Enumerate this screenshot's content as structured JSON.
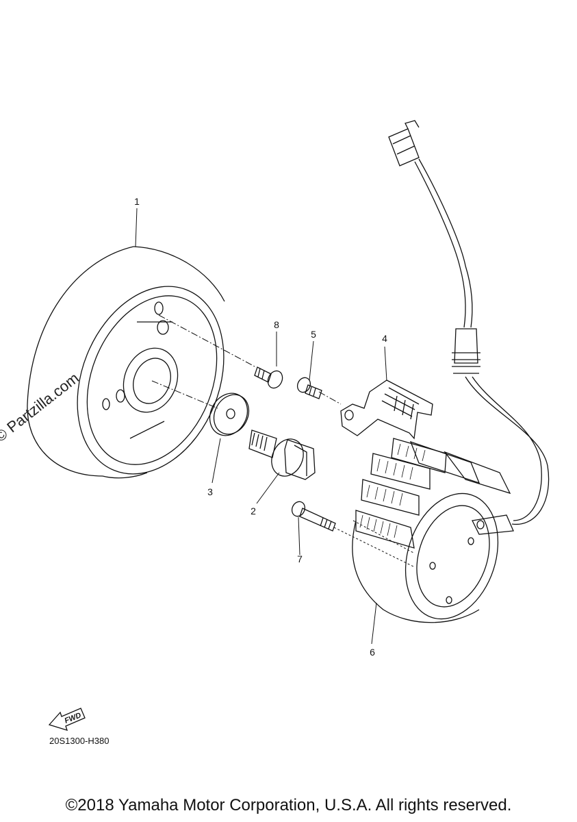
{
  "callouts": [
    {
      "id": "1",
      "label": "1"
    },
    {
      "id": "2",
      "label": "2"
    },
    {
      "id": "3",
      "label": "3"
    },
    {
      "id": "4",
      "label": "4"
    },
    {
      "id": "5",
      "label": "5"
    },
    {
      "id": "6",
      "label": "6"
    },
    {
      "id": "7",
      "label": "7"
    },
    {
      "id": "8",
      "label": "8"
    }
  ],
  "watermark": "© Partzilla.com",
  "fwd_label": "FWD",
  "diagram_code": "20S1300-H380",
  "copyright": "©2018 Yamaha Motor Corporation, U.S.A. All rights reserved.",
  "colors": {
    "line": "#111111",
    "background": "#ffffff"
  }
}
